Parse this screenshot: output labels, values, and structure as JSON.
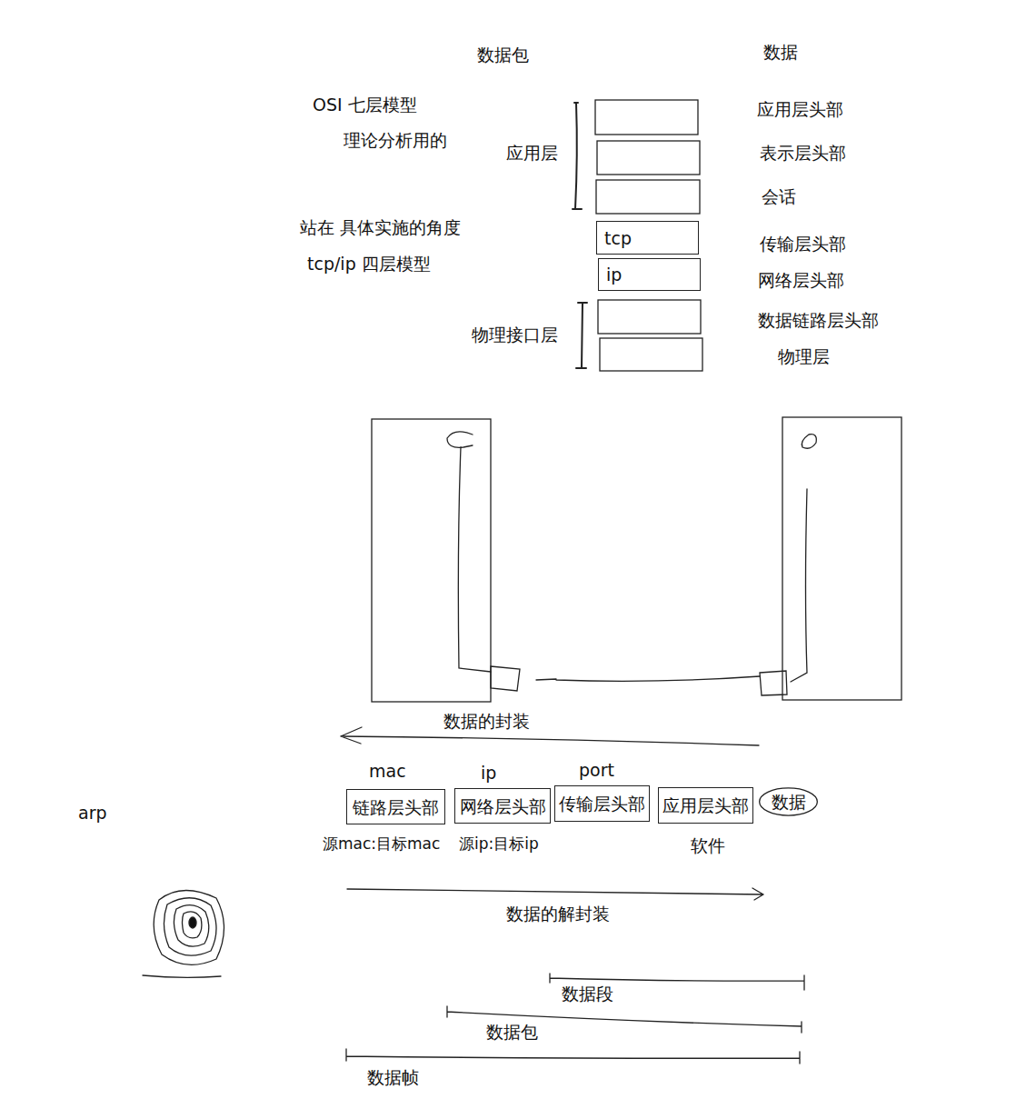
{
  "diagram": {
    "nodes": [
      {
        "text": [
          "tcp"
        ]
      },
      {
        "text": [
          "ip"
        ]
      },
      {
        "text": [
          "链路层头部"
        ]
      },
      {
        "text": [
          "网络层头部"
        ]
      },
      {
        "text": [
          "传输层头部"
        ]
      },
      {
        "text": [
          "应用层头部"
        ]
      },
      {
        "text": [
          "数据"
        ]
      }
    ],
    "edges": [],
    "labels": [
      "数据包",
      "数据",
      "OSI 七层模型",
      "理论分析用的",
      "应用层",
      "应用层头部",
      "表示层头部",
      "会话",
      "站在 具体实施的角度",
      "传输层头部",
      "tcp/ip 四层模型",
      "网络层头部",
      "数据链路层头部",
      "物理接口层",
      "物理层",
      "数据的封装",
      "mac",
      "ip",
      "port",
      "arp",
      "源mac:目标mac",
      "源ip:目标ip",
      "软件",
      "数据的解封装",
      "数据段",
      "数据包",
      "数据帧"
    ]
  }
}
